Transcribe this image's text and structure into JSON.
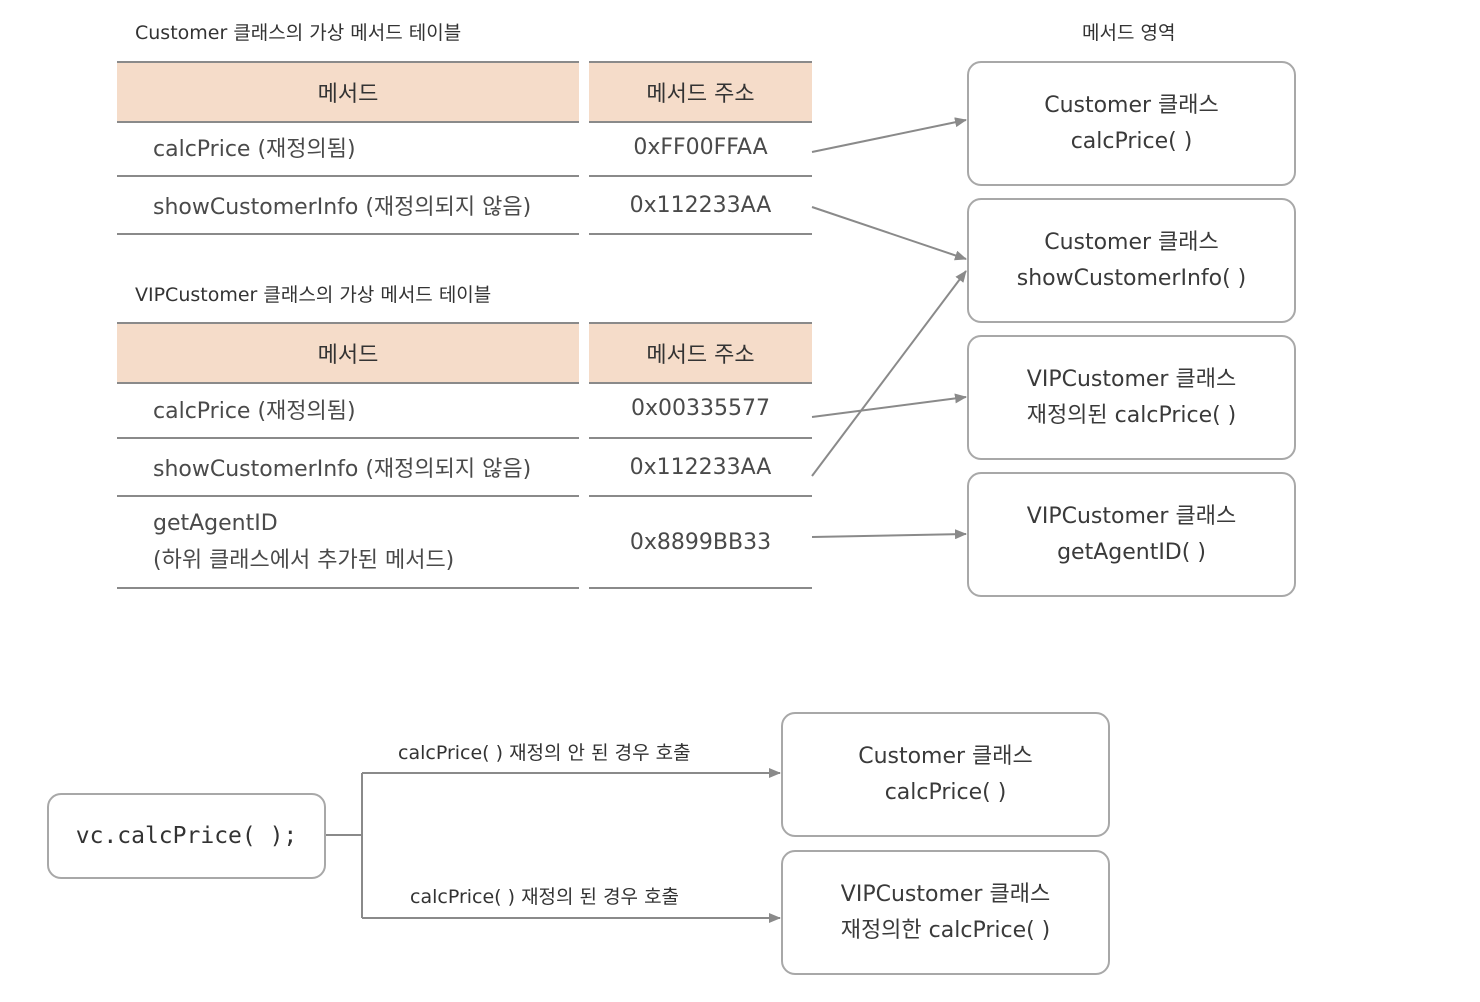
{
  "customer_table": {
    "caption": "Customer 클래스의 가상 메서드 테이블",
    "header_method": "메서드",
    "header_address": "메서드 주소",
    "rows": [
      {
        "method": "calcPrice (재정의됨)",
        "address": "0xFF00FFAA"
      },
      {
        "method": "showCustomerInfo (재정의되지 않음)",
        "address": "0x112233AA"
      }
    ]
  },
  "vip_table": {
    "caption": "VIPCustomer 클래스의 가상 메서드 테이블",
    "header_method": "메서드",
    "header_address": "메서드 주소",
    "rows": [
      {
        "method": "calcPrice (재정의됨)",
        "address": "0x00335577"
      },
      {
        "method": "showCustomerInfo (재정의되지 않음)",
        "address": "0x112233AA"
      },
      {
        "method_line1": "getAgentID",
        "method_line2": "(하위 클래스에서 추가된 메서드)",
        "address": "0x8899BB33"
      }
    ]
  },
  "method_area": {
    "caption": "메서드 영역",
    "boxes": [
      {
        "line1": "Customer 클래스",
        "line2": "calcPrice( )"
      },
      {
        "line1": "Customer 클래스",
        "line2": "showCustomerInfo( )"
      },
      {
        "line1": "VIPCustomer 클래스",
        "line2": "재정의된 calcPrice( )"
      },
      {
        "line1": "VIPCustomer 클래스",
        "line2": "getAgentID( )"
      }
    ]
  },
  "call_diagram": {
    "call": "vc.calcPrice( );",
    "upper_label": "calcPrice( ) 재정의 안 된 경우 호출",
    "lower_label": "calcPrice( ) 재정의 된 경우 호출",
    "targets": [
      {
        "line1": "Customer 클래스",
        "line2": "calcPrice( )"
      },
      {
        "line1": "VIPCustomer 클래스",
        "line2": "재정의한 calcPrice( )"
      }
    ]
  }
}
